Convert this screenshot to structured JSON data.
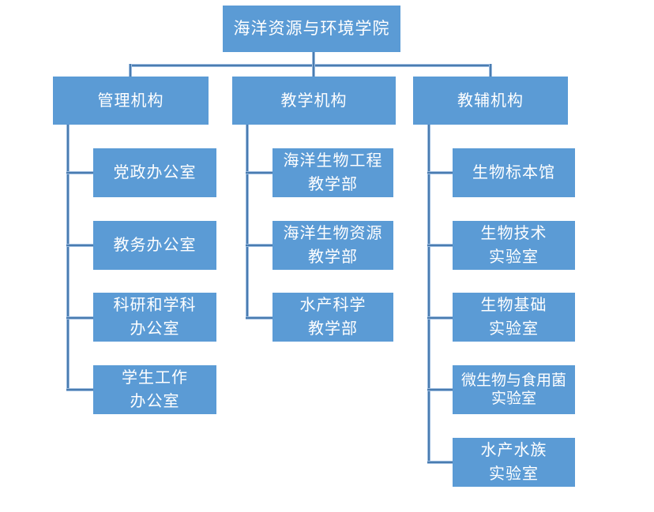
{
  "org": {
    "root": {
      "label": "海洋资源与环境学院"
    },
    "branches": [
      {
        "label": "管理机构",
        "children": [
          {
            "lines": [
              "党政办公室"
            ]
          },
          {
            "lines": [
              "教务办公室"
            ]
          },
          {
            "lines": [
              "科研和学科",
              "办公室"
            ]
          },
          {
            "lines": [
              "学生工作",
              "办公室"
            ]
          }
        ]
      },
      {
        "label": "教学机构",
        "children": [
          {
            "lines": [
              "海洋生物工程",
              "教学部"
            ]
          },
          {
            "lines": [
              "海洋生物资源",
              "教学部"
            ]
          },
          {
            "lines": [
              "水产科学",
              "教学部"
            ]
          }
        ]
      },
      {
        "label": "教辅机构",
        "children": [
          {
            "lines": [
              "生物标本馆"
            ]
          },
          {
            "lines": [
              "生物技术",
              "实验室"
            ]
          },
          {
            "lines": [
              "生物基础",
              "实验室"
            ]
          },
          {
            "lines": [
              "微生物与食用菌",
              "实验室"
            ]
          },
          {
            "lines": [
              "水产水族",
              "实验室"
            ]
          }
        ]
      }
    ],
    "colors": {
      "box_fill": "#5B9BD5",
      "box_text": "#FFFFFF",
      "line_core": "#4A7CB0",
      "line_halo": "#9CBCE0",
      "background": "#FFFFFF"
    }
  }
}
